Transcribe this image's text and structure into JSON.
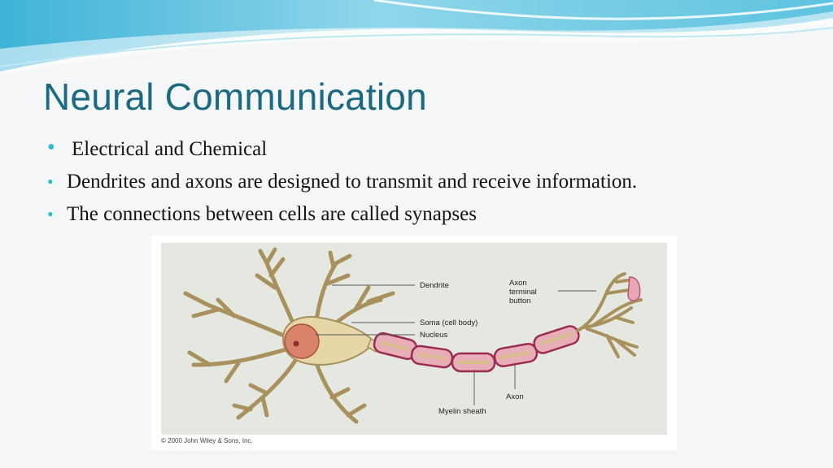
{
  "slide": {
    "title": "Neural Communication",
    "bullets": [
      {
        "text": "Electrical and Chemical"
      },
      {
        "text": "Dendrites and axons  are designed to transmit  and receive information."
      },
      {
        "text": "The connections between cells are called synapses"
      }
    ]
  },
  "figure": {
    "labels": {
      "dendrite": "Dendrite",
      "axon_terminal_1": "Axon",
      "axon_terminal_2": "terminal",
      "axon_terminal_3": "button",
      "soma": "Soma (cell body)",
      "nucleus": "Nucleus",
      "axon": "Axon",
      "myelin": "Myelin sheath"
    },
    "copyright": "© 2000 John Wiley & Sons, Inc."
  },
  "colors": {
    "title": "#1b6a80",
    "bullet": "#2bbfca",
    "neuron_body": "#e6d6a8",
    "neuron_outline": "#a8915c",
    "myelin_fill": "#e7aeb8",
    "myelin_outline": "#9c2b52",
    "nucleus": "#d9826c",
    "figure_bg": "#e4e8e1"
  }
}
